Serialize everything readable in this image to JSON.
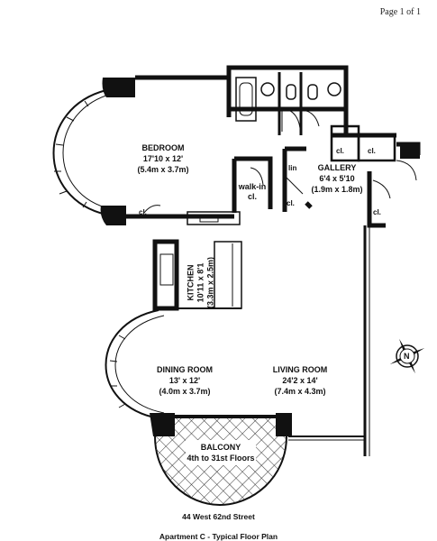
{
  "header": {
    "page_indicator": "Page 1 of 1"
  },
  "rooms": {
    "bedroom": {
      "name": "BEDROOM",
      "dims_ft": "17'10 x 12'",
      "dims_m": "(5.4m x 3.7m)"
    },
    "gallery": {
      "name": "GALLERY",
      "dims_ft": "6'4 x 5'10",
      "dims_m": "(1.9m x 1.8m)"
    },
    "kitchen": {
      "name": "KITCHEN",
      "dims_ft": "10'11 x 8'1",
      "dims_m": "(3.3m x 2.5m)"
    },
    "dining": {
      "name": "DINING ROOM",
      "dims_ft": "13' x 12'",
      "dims_m": "(4.0m x 3.7m)"
    },
    "living": {
      "name": "LIVING ROOM",
      "dims_ft": "24'2 x 14'",
      "dims_m": "(7.4m x 4.3m)"
    },
    "balcony": {
      "name": "BALCONY",
      "note": "4th to 31st Floors"
    },
    "walkin": {
      "line1": "walk-in",
      "line2": "cl."
    },
    "lin": "lin",
    "closet": "cl."
  },
  "compass": {
    "letter": "N"
  },
  "footer": {
    "address": "44 West 62nd Street",
    "plan_title": "Apartment C - Typical Floor Plan"
  }
}
